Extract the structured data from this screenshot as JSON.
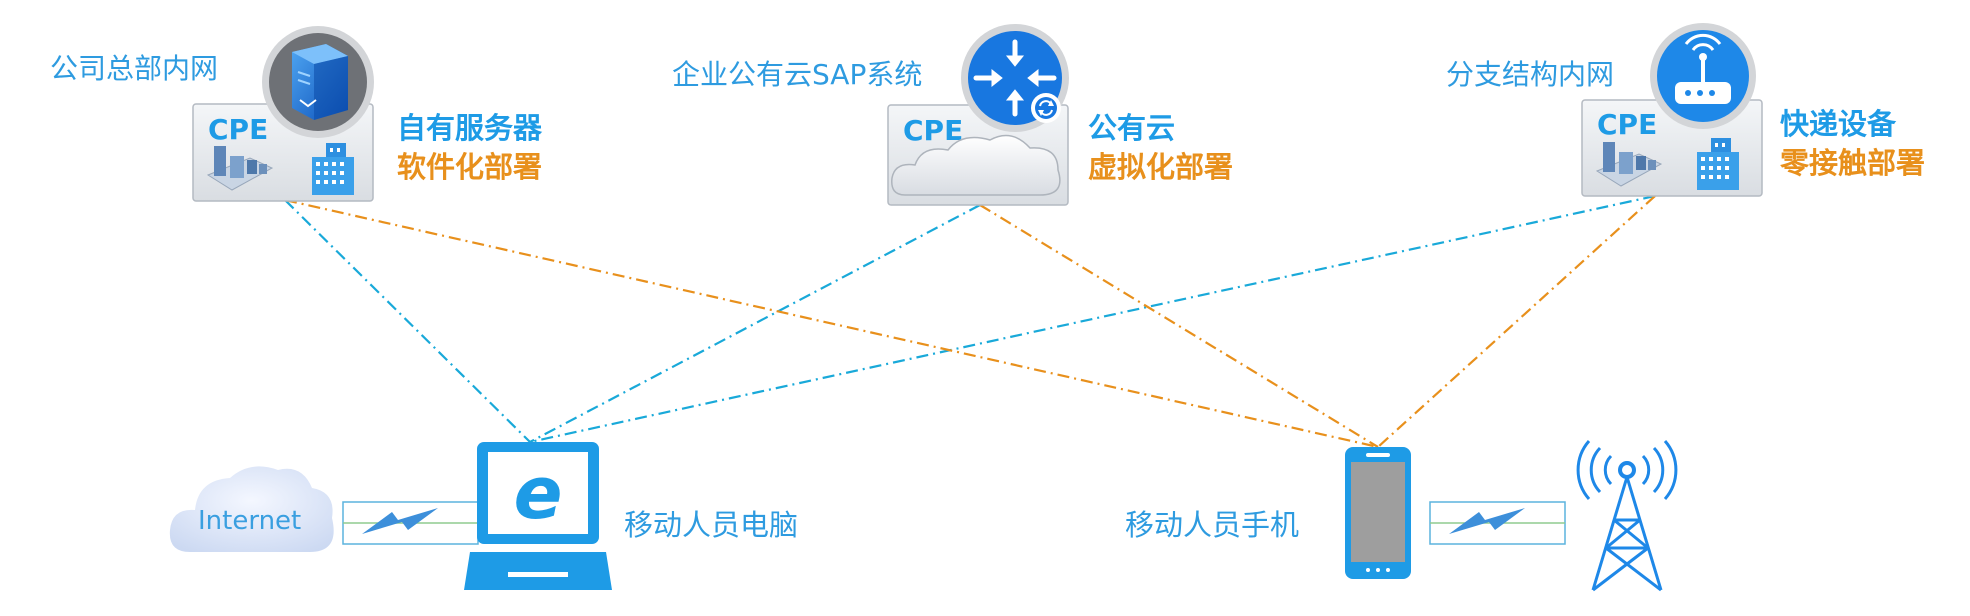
{
  "sites": {
    "hq": {
      "label": "公司总部内网",
      "cpe": "CPE",
      "feature_main": "自有服务器",
      "feature_sub": "软件化部署"
    },
    "cloud": {
      "label": "企业公有云SAP系统",
      "cpe": "CPE",
      "feature_main": "公有云",
      "feature_sub": "虚拟化部署"
    },
    "branch": {
      "label": "分支结构内网",
      "cpe": "CPE",
      "feature_main": "快递设备",
      "feature_sub": "零接触部署"
    }
  },
  "endpoints": {
    "laptop": {
      "label": "移动人员电脑",
      "icon": "laptop-ie-icon"
    },
    "phone": {
      "label": "移动人员手机",
      "icon": "mobile-phone-icon"
    },
    "internet": {
      "label": "Internet",
      "icon": "cloud-icon"
    },
    "tower": {
      "icon": "cell-tower-icon"
    }
  },
  "colors": {
    "blue_links": "#19A9D9",
    "orange_links": "#E8901C",
    "label_blue": "#1E9BE6",
    "label_orange": "#E8901C"
  }
}
